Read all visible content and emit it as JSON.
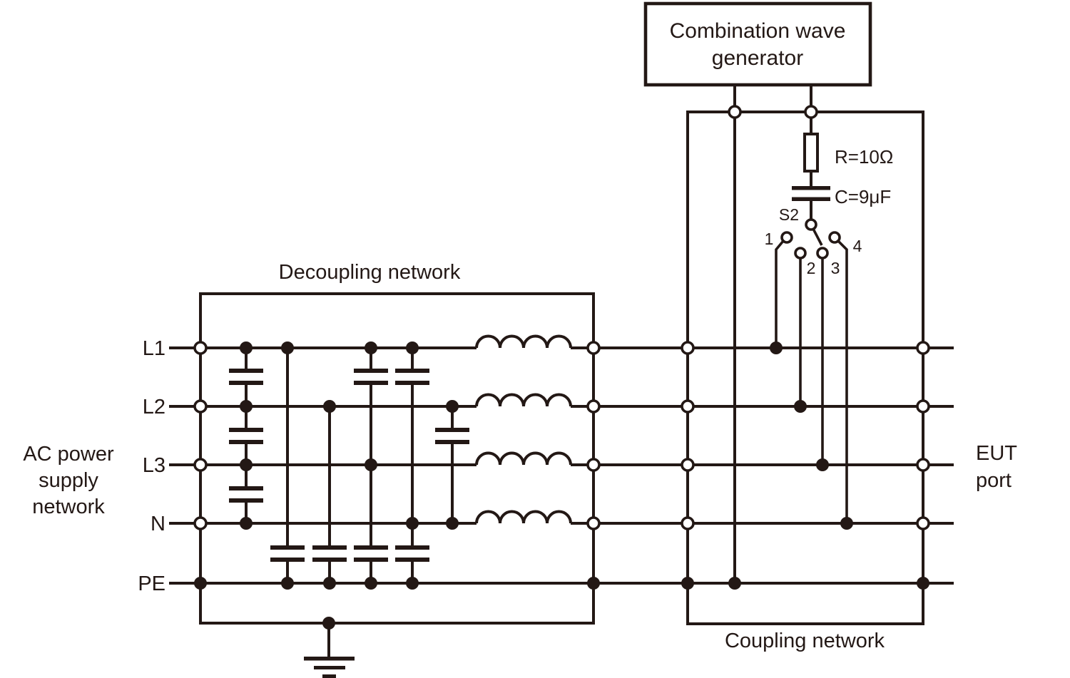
{
  "generator": {
    "line1": "Combination wave",
    "line2": "generator"
  },
  "decoupling_title": "Decoupling network",
  "coupling_title": "Coupling network",
  "ac_label": {
    "line1": "AC power",
    "line2": "supply",
    "line3": "network"
  },
  "eut_label": {
    "line1": "EUT",
    "line2": "port"
  },
  "rails": {
    "l1": "L1",
    "l2": "L2",
    "l3": "L3",
    "n": "N",
    "pe": "PE"
  },
  "switch": {
    "name": "S2",
    "pos1": "1",
    "pos2": "2",
    "pos3": "3",
    "pos4": "4"
  },
  "resistor_label": "R=10Ω",
  "capacitor_label": "C=9μF",
  "colors": {
    "ink": "#231815",
    "background": "#ffffff"
  }
}
